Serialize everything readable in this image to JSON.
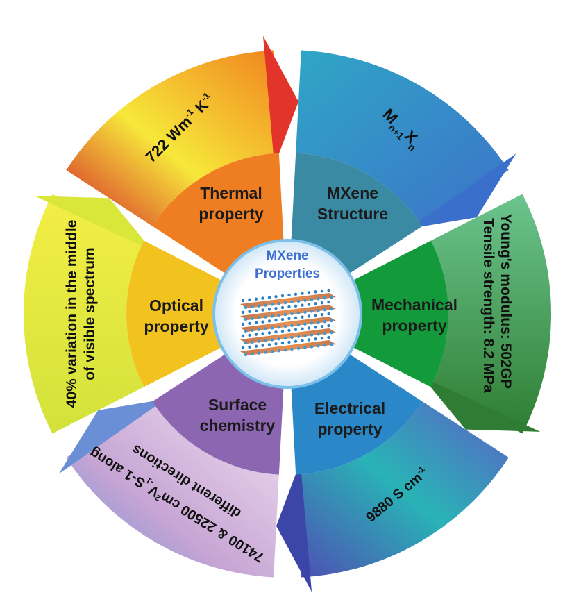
{
  "center": {
    "title_line1": "MXene",
    "title_line2": "Properties",
    "image_icon": "mxene-layered-crystal-icon"
  },
  "sectors": [
    {
      "id": "thermal",
      "line1": "Thermal",
      "line2": "property",
      "color": "#ef7d22"
    },
    {
      "id": "structure",
      "line1": "MXene",
      "line2": "Structure",
      "color": "#3b8aa4"
    },
    {
      "id": "mechanical",
      "line1": "Mechanical",
      "line2": "property",
      "color": "#139a3a"
    },
    {
      "id": "electrical",
      "line1": "Electrical",
      "line2": "property",
      "color": "#2b88c8"
    },
    {
      "id": "surface",
      "line1": "Surface",
      "line2": "chemistry",
      "color": "#8d66b2"
    },
    {
      "id": "optical",
      "line1": "Optical",
      "line2": "property",
      "color": "#f2c21f"
    }
  ],
  "ring_texts": {
    "thermal": {
      "main": "722 Wm",
      "sup1": "-1",
      "mid": " K",
      "sup2": "-1"
    },
    "structure": {
      "m": "M",
      "m_sub": "n+1",
      "x": "X",
      "x_sub": "n"
    },
    "mechanical": {
      "line1": "Young's modulus: 502GP",
      "line2": "Tensile strength: 8.2 MPa"
    },
    "electrical": {
      "main": "9880 S cm",
      "sup": "-1"
    },
    "surface": {
      "line1": "74100 & 22500 cm",
      "sup": "2",
      "mid": "V",
      "sub": "-1",
      "end": "S-1 along",
      "line2": "different directions"
    },
    "optical": {
      "line1": "40% variation in the middle",
      "line2": "of visible spectrum"
    }
  },
  "colors": {
    "thermal_arrow": [
      "#d3222a",
      "#f7e83a",
      "#f0831f"
    ],
    "structure_arrow": [
      "#2fa6c6",
      "#3d72c9"
    ],
    "mechanical_arrow": [
      "#4aa96c",
      "#2e7d32"
    ],
    "electrical_arrow": [
      "#29b3b6",
      "#4f4db3"
    ],
    "surface_arrow": [
      "#ead9ef",
      "#6b8fd6"
    ],
    "optical_arrow": [
      "#dbe73a",
      "#f7ef3a"
    ]
  }
}
